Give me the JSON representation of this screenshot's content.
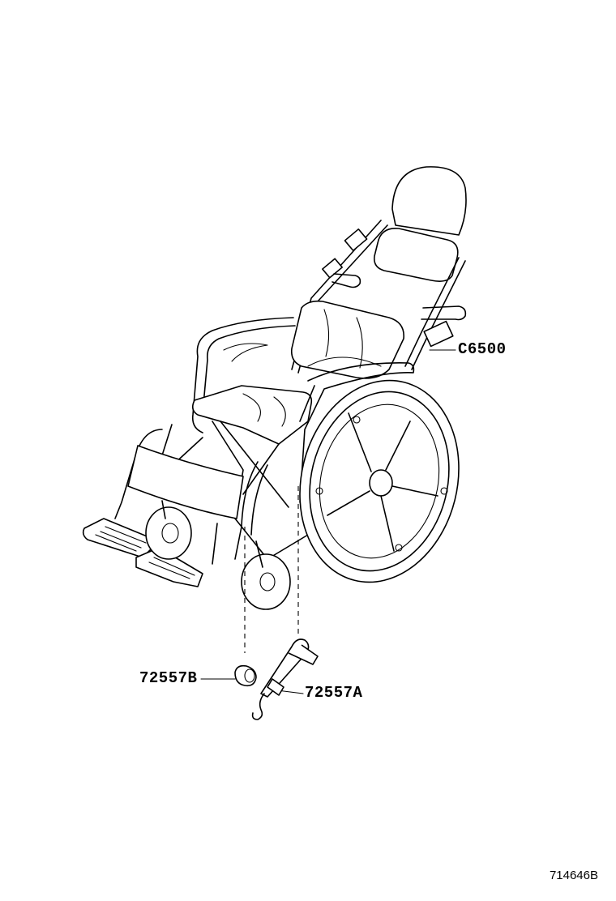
{
  "callouts": {
    "wheelchair_part": "C6500",
    "caster_clip_part": "72557B",
    "tie_down_strap_part": "72557A"
  },
  "reference_code": "714646B"
}
